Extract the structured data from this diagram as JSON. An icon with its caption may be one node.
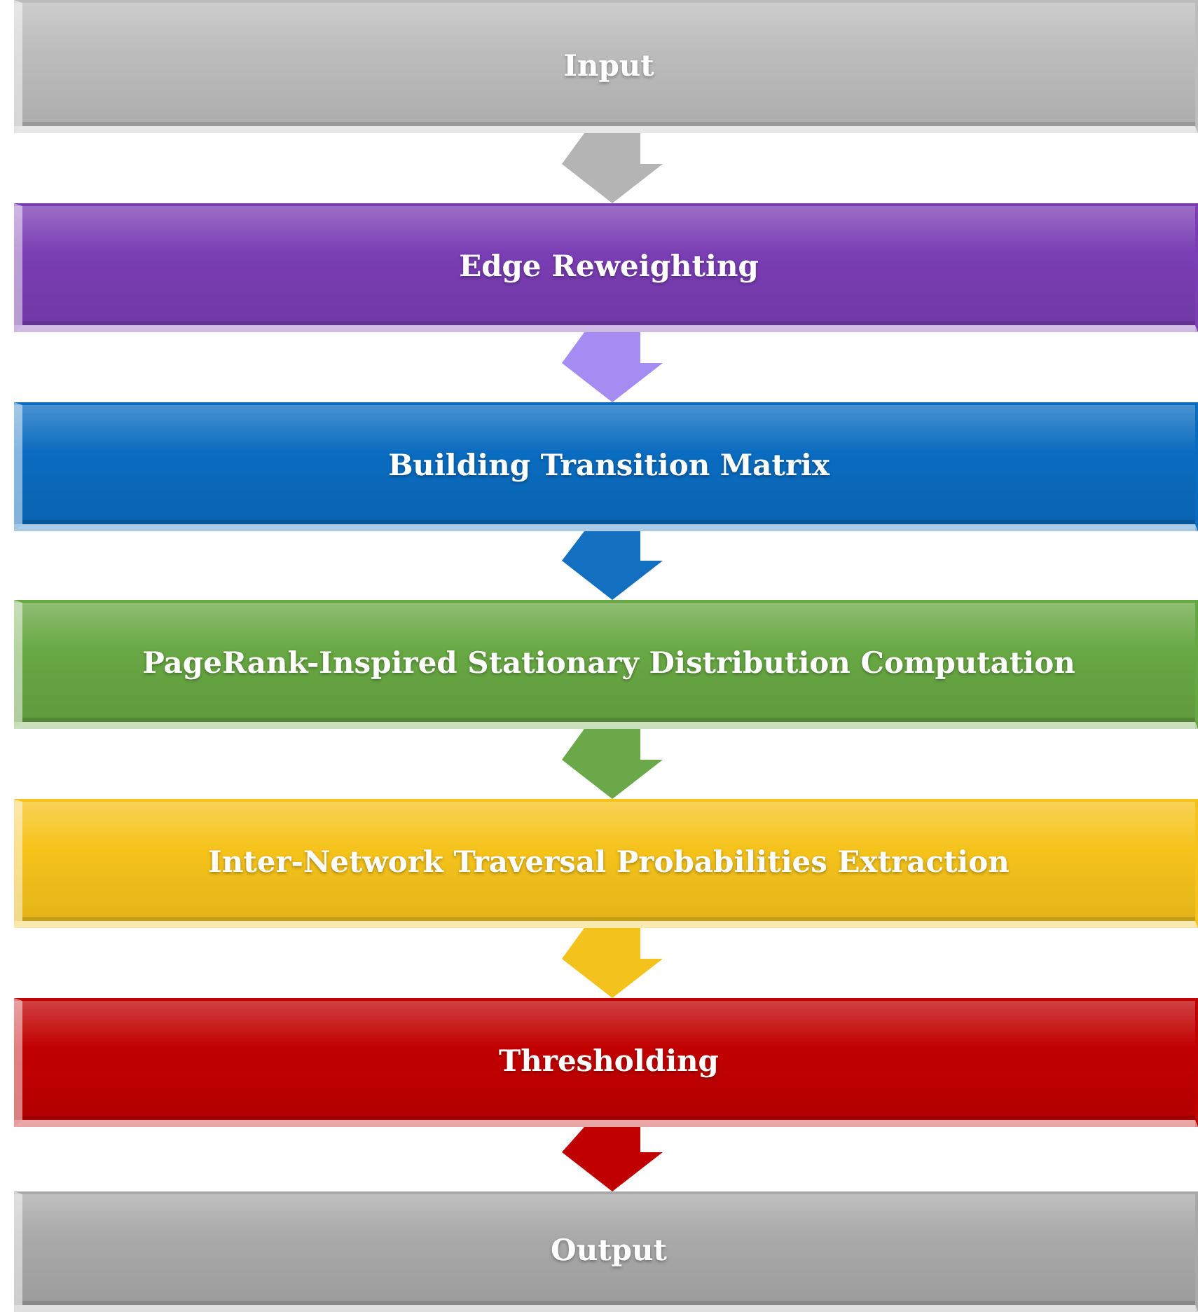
{
  "diagram": {
    "nodes": [
      {
        "text": [
          "Input"
        ]
      },
      {
        "text": [
          "Edge Reweighting"
        ]
      },
      {
        "text": [
          "Building Transition Matrix"
        ]
      },
      {
        "text": [
          "PageRank-Inspired Stationary Distribution Computation"
        ]
      },
      {
        "text": [
          "Inter-Network Traversal Probabilities Extraction"
        ]
      },
      {
        "text": [
          "Thresholding"
        ]
      },
      {
        "text": [
          "Output"
        ]
      }
    ],
    "edges": [
      {
        "from": 0,
        "to": 1,
        "arrow": "to",
        "style": "thick",
        "color": "#b4b4b4"
      },
      {
        "from": 1,
        "to": 2,
        "arrow": "to",
        "style": "thick",
        "color": "#a58cf2"
      },
      {
        "from": 2,
        "to": 3,
        "arrow": "to",
        "style": "thick",
        "color": "#1370c0"
      },
      {
        "from": 3,
        "to": 4,
        "arrow": "to",
        "style": "thick",
        "color": "#6aa84a"
      },
      {
        "from": 4,
        "to": 5,
        "arrow": "to",
        "style": "thick",
        "color": "#f4c21c"
      },
      {
        "from": 5,
        "to": 6,
        "arrow": "to",
        "style": "thick",
        "color": "#c00000"
      }
    ]
  }
}
